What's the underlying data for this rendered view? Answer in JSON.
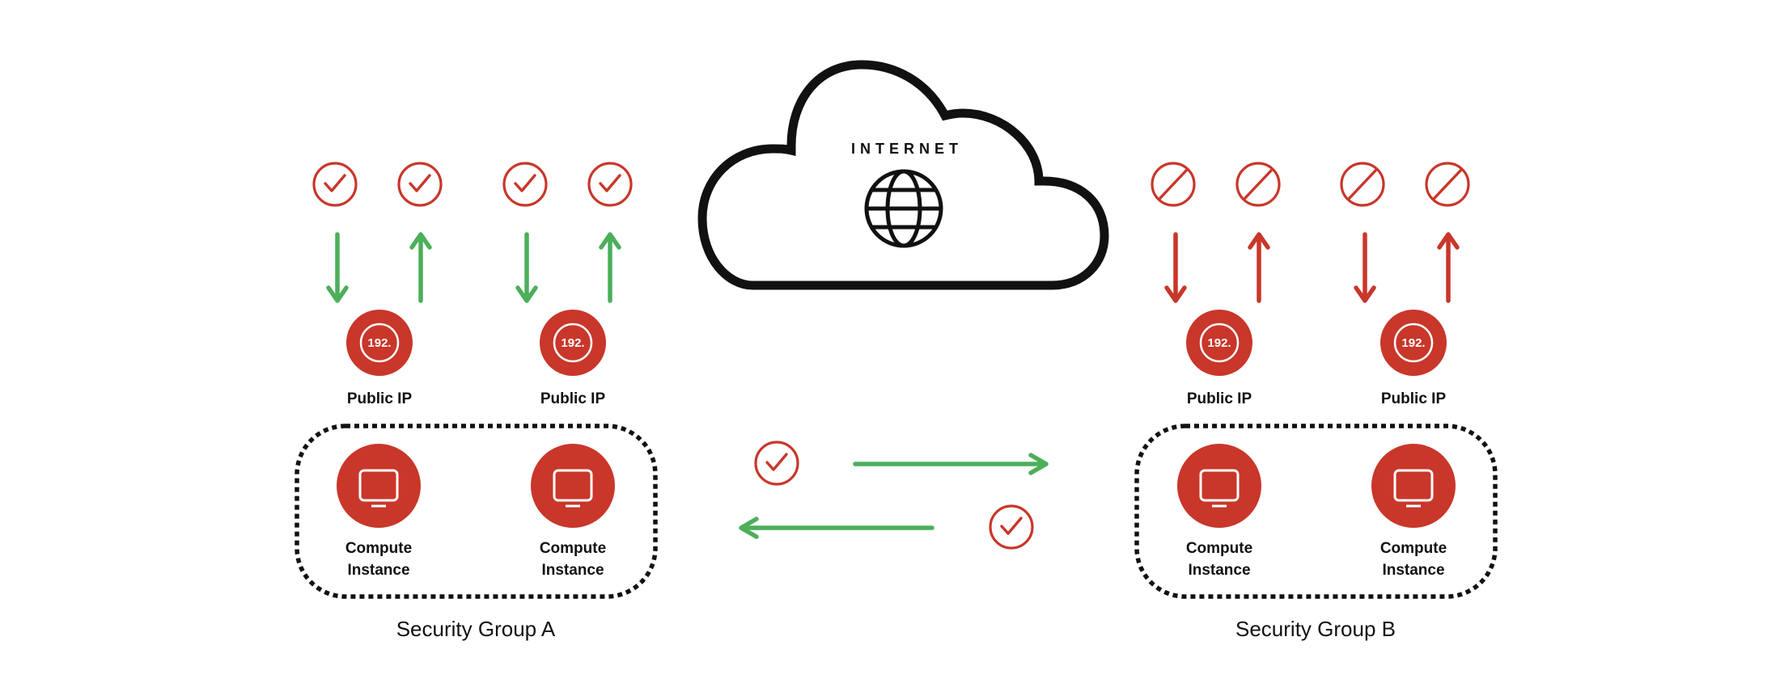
{
  "colors": {
    "red": "#c8372a",
    "green": "#4caf5a",
    "black": "#111111",
    "white": "#ffffff"
  },
  "internet": {
    "label": "INTERNET",
    "icon": "globe-icon"
  },
  "groups": [
    {
      "id": "a",
      "label": "Security Group A",
      "internet_access": "allowed",
      "rule_icon": "check-circle-icon",
      "arrow_color": "green",
      "public_ips": [
        {
          "label": "Public IP",
          "ip_text": "192."
        },
        {
          "label": "Public IP",
          "ip_text": "192."
        }
      ],
      "instances": [
        {
          "line1": "Compute",
          "line2": "Instance"
        },
        {
          "line1": "Compute",
          "line2": "Instance"
        }
      ]
    },
    {
      "id": "b",
      "label": "Security Group B",
      "internet_access": "blocked",
      "rule_icon": "blocked-circle-icon",
      "arrow_color": "red",
      "public_ips": [
        {
          "label": "Public IP",
          "ip_text": "192."
        },
        {
          "label": "Public IP",
          "ip_text": "192."
        }
      ],
      "instances": [
        {
          "line1": "Compute",
          "line2": "Instance"
        },
        {
          "line1": "Compute",
          "line2": "Instance"
        }
      ]
    }
  ],
  "inter_group": {
    "a_to_b": {
      "status": "allowed",
      "icon": "check-circle-icon"
    },
    "b_to_a": {
      "status": "allowed",
      "icon": "check-circle-icon"
    }
  }
}
